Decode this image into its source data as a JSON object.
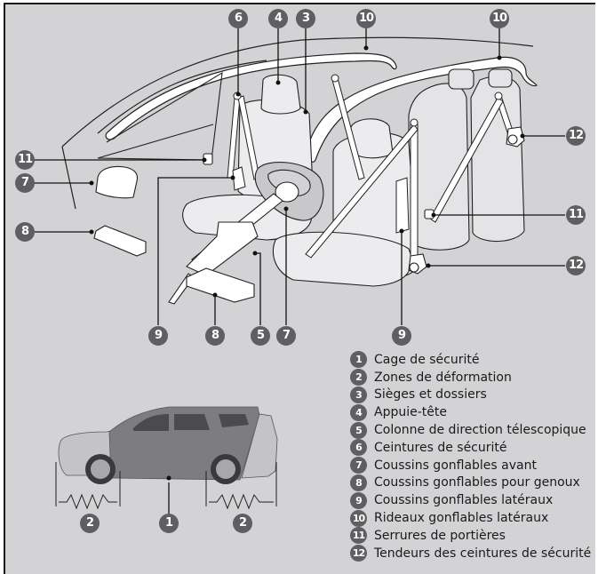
{
  "diagram": {
    "title": "Vehicle safety components",
    "callouts_top": [
      "6",
      "4",
      "3",
      "10",
      "10"
    ],
    "callouts_left": [
      "11",
      "7",
      "8"
    ],
    "callouts_right": [
      "12",
      "11",
      "12"
    ],
    "callouts_bottom": [
      "9",
      "8",
      "5",
      "7",
      "9"
    ],
    "car_callouts": [
      "2",
      "1",
      "2"
    ],
    "colors": {
      "background": "#d3d3d5",
      "badge": "#5f5f62",
      "line": "#111111",
      "component_fill": "#ffffff",
      "car_body": "#7d7d80"
    }
  },
  "legend": {
    "items": [
      {
        "num": "1",
        "label": "Cage de sécurité"
      },
      {
        "num": "2",
        "label": "Zones de déformation"
      },
      {
        "num": "3",
        "label": "Sièges et dossiers"
      },
      {
        "num": "4",
        "label": "Appuie-tête"
      },
      {
        "num": "5",
        "label": "Colonne de direction télescopique"
      },
      {
        "num": "6",
        "label": "Ceintures de sécurité"
      },
      {
        "num": "7",
        "label": "Coussins gonflables avant"
      },
      {
        "num": "8",
        "label": "Coussins gonflables pour genoux"
      },
      {
        "num": "9",
        "label": "Coussins gonflables latéraux"
      },
      {
        "num": "10",
        "label": "Rideaux gonflables latéraux"
      },
      {
        "num": "11",
        "label": "Serrures de portières"
      },
      {
        "num": "12",
        "label": "Tendeurs des ceintures de sécurité"
      }
    ]
  }
}
